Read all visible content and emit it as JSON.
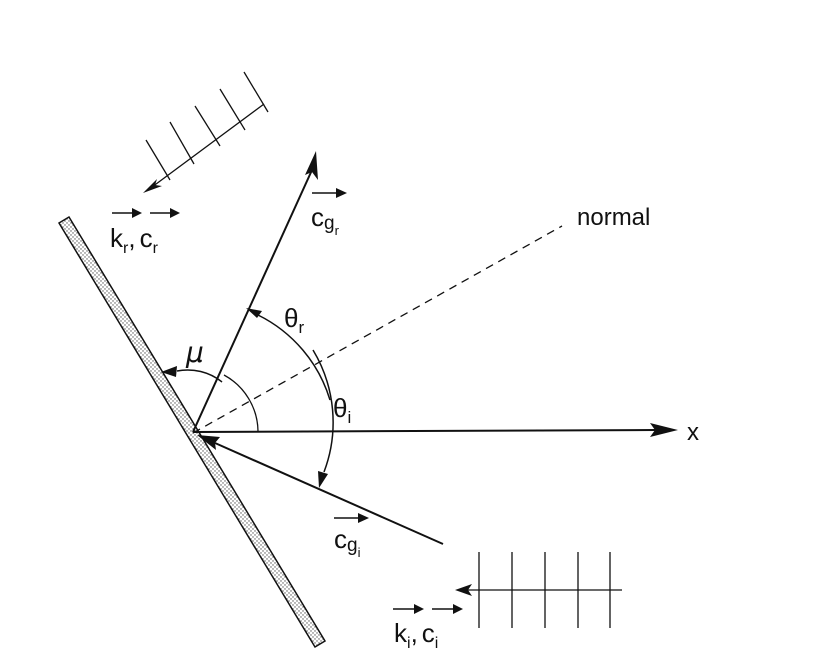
{
  "labels": {
    "normal": "normal",
    "x_axis": "x",
    "theta": "θ",
    "theta_r_sub": "r",
    "theta_i_sub": "i",
    "mu": "μ",
    "cg_r_main": "c",
    "cg_r_sub1": "g",
    "cg_r_sub2": "r",
    "cg_i_main": "c",
    "cg_i_sub1": "g",
    "cg_i_sub2": "i",
    "k_r": "k",
    "k_r_sub": "r",
    "c_r": "c",
    "c_r_sub": "r",
    "k_i": "k",
    "k_i_sub": "i",
    "c_i": "c",
    "c_i_sub": "i",
    "comma": ","
  }
}
